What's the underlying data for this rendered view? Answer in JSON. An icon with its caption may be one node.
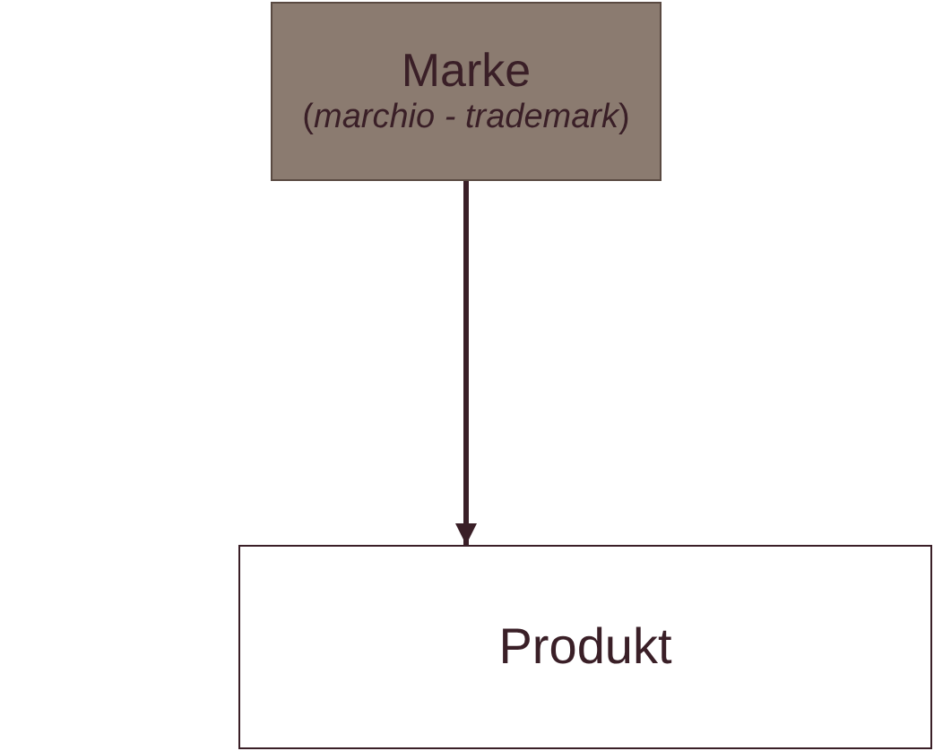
{
  "diagram": {
    "nodes": [
      {
        "text": [
          "Marke",
          "(*marchio - trademark*)"
        ]
      },
      {
        "text": [
          "Produkt"
        ]
      }
    ],
    "edges": [
      {
        "from": 0,
        "to": 1,
        "arrow": "to"
      }
    ]
  }
}
